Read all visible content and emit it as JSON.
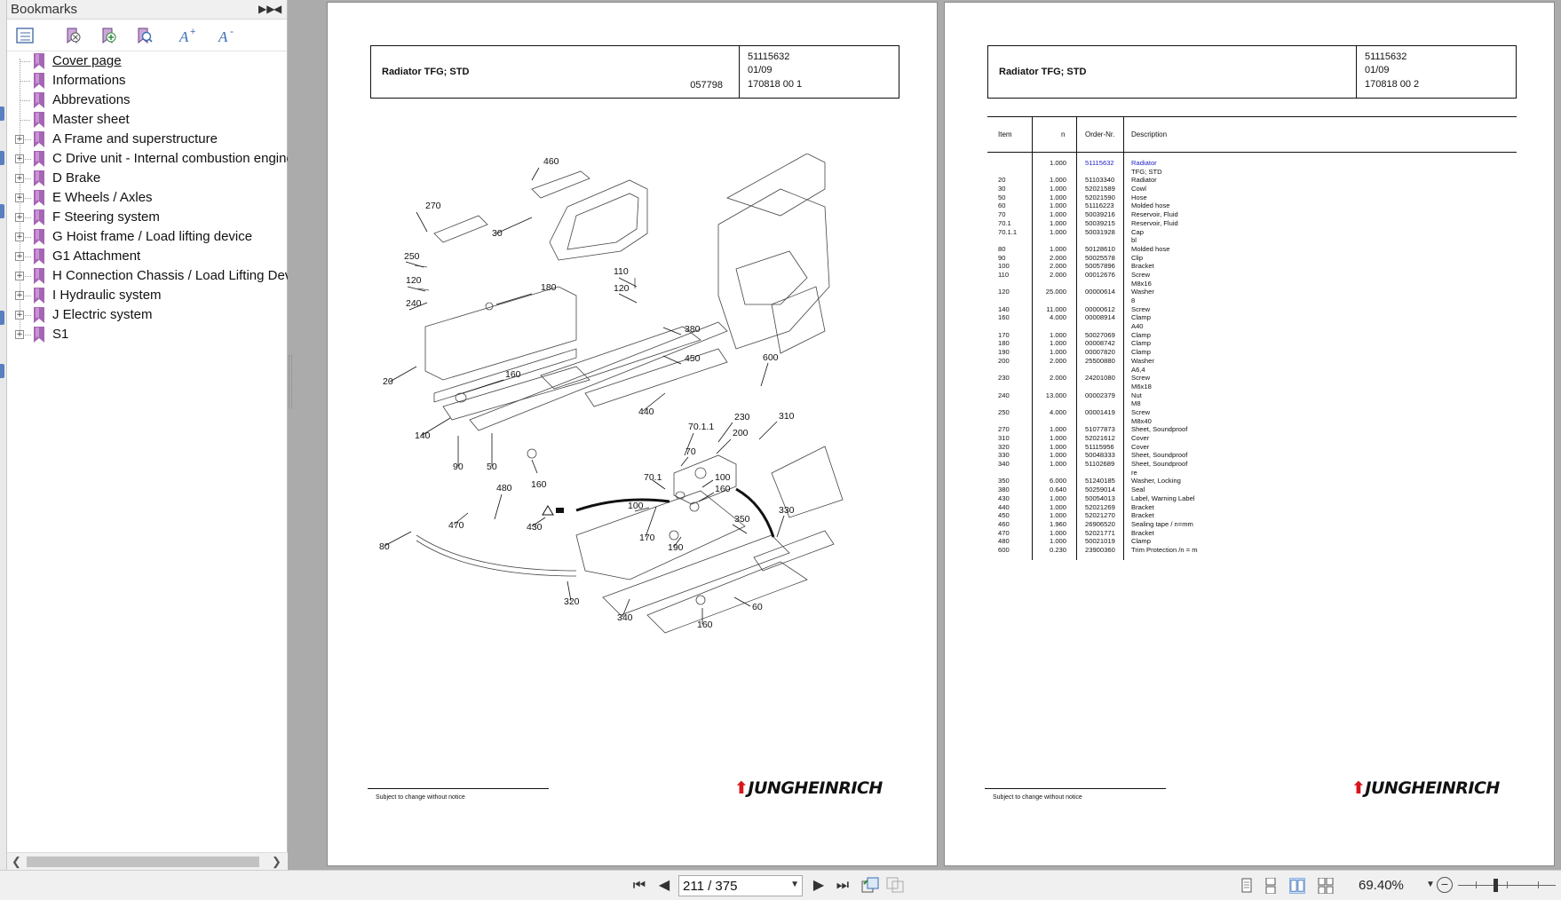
{
  "bookmarks": {
    "title": "Bookmarks",
    "items": [
      {
        "label": "Cover page",
        "expandable": false,
        "selected": true
      },
      {
        "label": "Informations",
        "expandable": false
      },
      {
        "label": "Abbrevations",
        "expandable": false
      },
      {
        "label": "Master sheet",
        "expandable": false
      },
      {
        "label": "A Frame and superstructure",
        "expandable": true
      },
      {
        "label": "C Drive unit - Internal combustion engine",
        "expandable": true
      },
      {
        "label": "D Brake",
        "expandable": true
      },
      {
        "label": "E Wheels / Axles",
        "expandable": true
      },
      {
        "label": "F Steering system",
        "expandable": true
      },
      {
        "label": "G Hoist frame / Load lifting device",
        "expandable": true
      },
      {
        "label": "G1 Attachment",
        "expandable": true
      },
      {
        "label": "H Connection Chassis / Load Lifting Device",
        "expandable": true
      },
      {
        "label": "I Hydraulic system",
        "expandable": true
      },
      {
        "label": "J Electric system",
        "expandable": true
      },
      {
        "label": "S1",
        "expandable": true
      }
    ]
  },
  "pages": {
    "left": {
      "name": "Radiator TFG; STD",
      "figure": "057798",
      "num1": "51115632",
      "num2": "01/09",
      "num3": "170818 00 1",
      "footer": "Subject to change without notice",
      "logo": "JUNGHEINRICH"
    },
    "right": {
      "name": "Radiator TFG; STD",
      "num1": "51115632",
      "num2": "01/09",
      "num3": "170818 00 2",
      "footer": "Subject to change without notice",
      "logo": "JUNGHEINRICH"
    }
  },
  "diagram_labels": [
    "460",
    "270",
    "30",
    "250",
    "120",
    "240",
    "180",
    "110",
    "120",
    "20",
    "160",
    "380",
    "450",
    "600",
    "140",
    "90",
    "50",
    "440",
    "70.1.1",
    "230",
    "310",
    "200",
    "70",
    "70.1",
    "100",
    "160",
    "480",
    "160",
    "470",
    "430",
    "100",
    "350",
    "330",
    "80",
    "170",
    "190",
    "320",
    "340",
    "60",
    "160"
  ],
  "parts": {
    "headers": {
      "item": "Item",
      "n": "n",
      "order": "Order-Nr.",
      "desc": "Description"
    },
    "rows": [
      {
        "item": "",
        "n": "1.000",
        "order": "51115632",
        "desc": "Radiator",
        "link": true
      },
      {
        "item": "",
        "n": "",
        "order": "",
        "desc": "TFG; STD"
      },
      {
        "item": "20",
        "n": "1.000",
        "order": "51103340",
        "desc": "Radiator"
      },
      {
        "item": "30",
        "n": "1.000",
        "order": "52021589",
        "desc": "Cowl"
      },
      {
        "item": "50",
        "n": "1.000",
        "order": "52021590",
        "desc": "Hose"
      },
      {
        "item": "60",
        "n": "1.000",
        "order": "51116223",
        "desc": "Molded hose"
      },
      {
        "item": "70",
        "n": "1.000",
        "order": "50039216",
        "desc": "Reservoir, Fluid"
      },
      {
        "item": "70.1",
        "n": "1.000",
        "order": "50039215",
        "desc": "Reservoir, Fluid"
      },
      {
        "item": "70.1.1",
        "n": "1.000",
        "order": "50031928",
        "desc": "Cap"
      },
      {
        "item": "",
        "n": "",
        "order": "",
        "desc": "bl"
      },
      {
        "item": "80",
        "n": "1.000",
        "order": "50128610",
        "desc": "Molded hose"
      },
      {
        "item": "90",
        "n": "2.000",
        "order": "50025578",
        "desc": "Clip"
      },
      {
        "item": "100",
        "n": "2.000",
        "order": "50057896",
        "desc": "Bracket"
      },
      {
        "item": "110",
        "n": "2.000",
        "order": "00012676",
        "desc": "Screw"
      },
      {
        "item": "",
        "n": "",
        "order": "",
        "desc": "M8x16"
      },
      {
        "item": "120",
        "n": "25.000",
        "order": "00000614",
        "desc": "Washer"
      },
      {
        "item": "",
        "n": "",
        "order": "",
        "desc": "8"
      },
      {
        "item": "140",
        "n": "11.000",
        "order": "00000612",
        "desc": "Screw"
      },
      {
        "item": "160",
        "n": "4.000",
        "order": "00008914",
        "desc": "Clamp"
      },
      {
        "item": "",
        "n": "",
        "order": "",
        "desc": "A40"
      },
      {
        "item": "170",
        "n": "1.000",
        "order": "50027069",
        "desc": "Clamp"
      },
      {
        "item": "180",
        "n": "1.000",
        "order": "00008742",
        "desc": "Clamp"
      },
      {
        "item": "190",
        "n": "1.000",
        "order": "00007820",
        "desc": "Clamp"
      },
      {
        "item": "200",
        "n": "2.000",
        "order": "25500880",
        "desc": "Washer"
      },
      {
        "item": "",
        "n": "",
        "order": "",
        "desc": "A6,4"
      },
      {
        "item": "230",
        "n": "2.000",
        "order": "24201080",
        "desc": "Screw"
      },
      {
        "item": "",
        "n": "",
        "order": "",
        "desc": "M6x18"
      },
      {
        "item": "240",
        "n": "13.000",
        "order": "00002379",
        "desc": "Nut"
      },
      {
        "item": "",
        "n": "",
        "order": "",
        "desc": "M8"
      },
      {
        "item": "250",
        "n": "4.000",
        "order": "00001419",
        "desc": "Screw"
      },
      {
        "item": "",
        "n": "",
        "order": "",
        "desc": "M8x40"
      },
      {
        "item": "270",
        "n": "1.000",
        "order": "51077873",
        "desc": "Sheet, Soundproof"
      },
      {
        "item": "310",
        "n": "1.000",
        "order": "52021612",
        "desc": "Cover"
      },
      {
        "item": "320",
        "n": "1.000",
        "order": "51115956",
        "desc": "Cover"
      },
      {
        "item": "330",
        "n": "1.000",
        "order": "50048333",
        "desc": "Sheet, Soundproof"
      },
      {
        "item": "340",
        "n": "1.000",
        "order": "51102689",
        "desc": "Sheet, Soundproof"
      },
      {
        "item": "",
        "n": "",
        "order": "",
        "desc": "re"
      },
      {
        "item": "350",
        "n": "6.000",
        "order": "51240185",
        "desc": "Washer, Locking"
      },
      {
        "item": "380",
        "n": "0.640",
        "order": "50259014",
        "desc": "Seal"
      },
      {
        "item": "430",
        "n": "1.000",
        "order": "50054013",
        "desc": "Label, Warning Label"
      },
      {
        "item": "440",
        "n": "1.000",
        "order": "52021269",
        "desc": "Bracket"
      },
      {
        "item": "450",
        "n": "1.000",
        "order": "52021270",
        "desc": "Bracket"
      },
      {
        "item": "460",
        "n": "1.960",
        "order": "26906520",
        "desc": "Sealing tape / n=mm"
      },
      {
        "item": "470",
        "n": "1.000",
        "order": "52021771",
        "desc": "Bracket"
      },
      {
        "item": "480",
        "n": "1.000",
        "order": "50021019",
        "desc": "Clamp"
      },
      {
        "item": "600",
        "n": "0.230",
        "order": "23900360",
        "desc": "Trim Protection /n = m"
      }
    ]
  },
  "statusbar": {
    "page_value": "211 / 375",
    "zoom": "69.40%"
  },
  "icons": {
    "first": "first-page-icon",
    "prev": "prev-page-icon",
    "next": "next-page-icon",
    "last": "last-page-icon"
  }
}
